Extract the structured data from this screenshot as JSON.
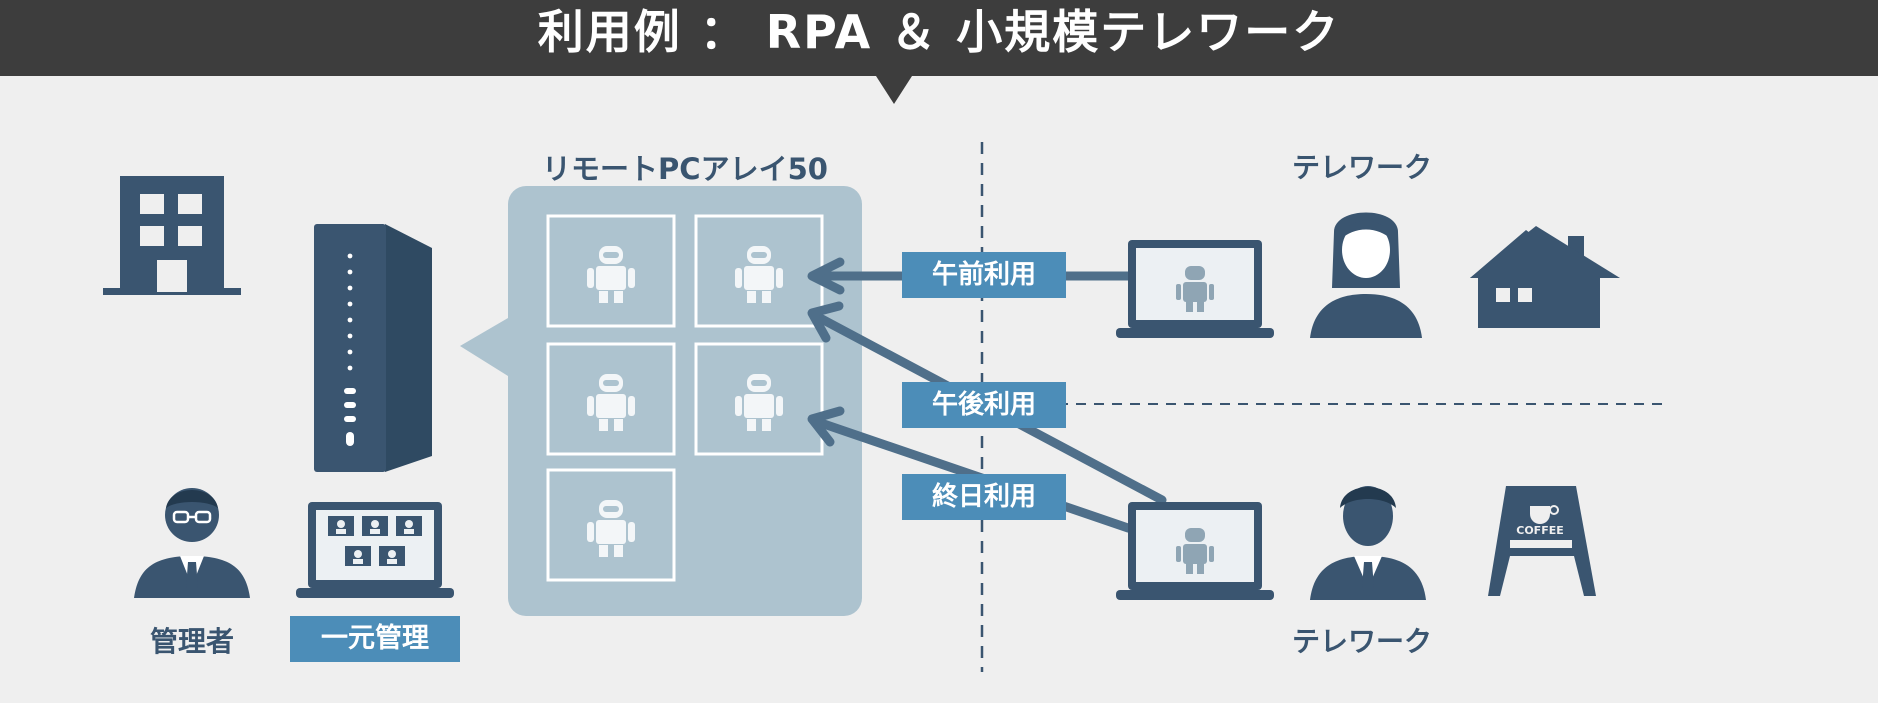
{
  "header": {
    "title": "利用例 ： RPA ＆ 小規模テレワーク"
  },
  "array": {
    "label": "リモートPCアレイ50",
    "cell_count": 5
  },
  "admin": {
    "label": "管理者",
    "button": "一元管理"
  },
  "telework": {
    "top_label": "テレワーク",
    "bottom_label": "テレワーク"
  },
  "usage": {
    "morning": "午前利用",
    "afternoon": "午後利用",
    "allday": "終日利用"
  },
  "cafe_sign": {
    "text": "COFFEE"
  },
  "colors": {
    "header_bg": "#3d3d3d",
    "background": "#efefef",
    "icon": "#3a5570",
    "panel": "#adc3cf",
    "tag": "#4c8db8",
    "arrow": "#4f6f8a"
  }
}
